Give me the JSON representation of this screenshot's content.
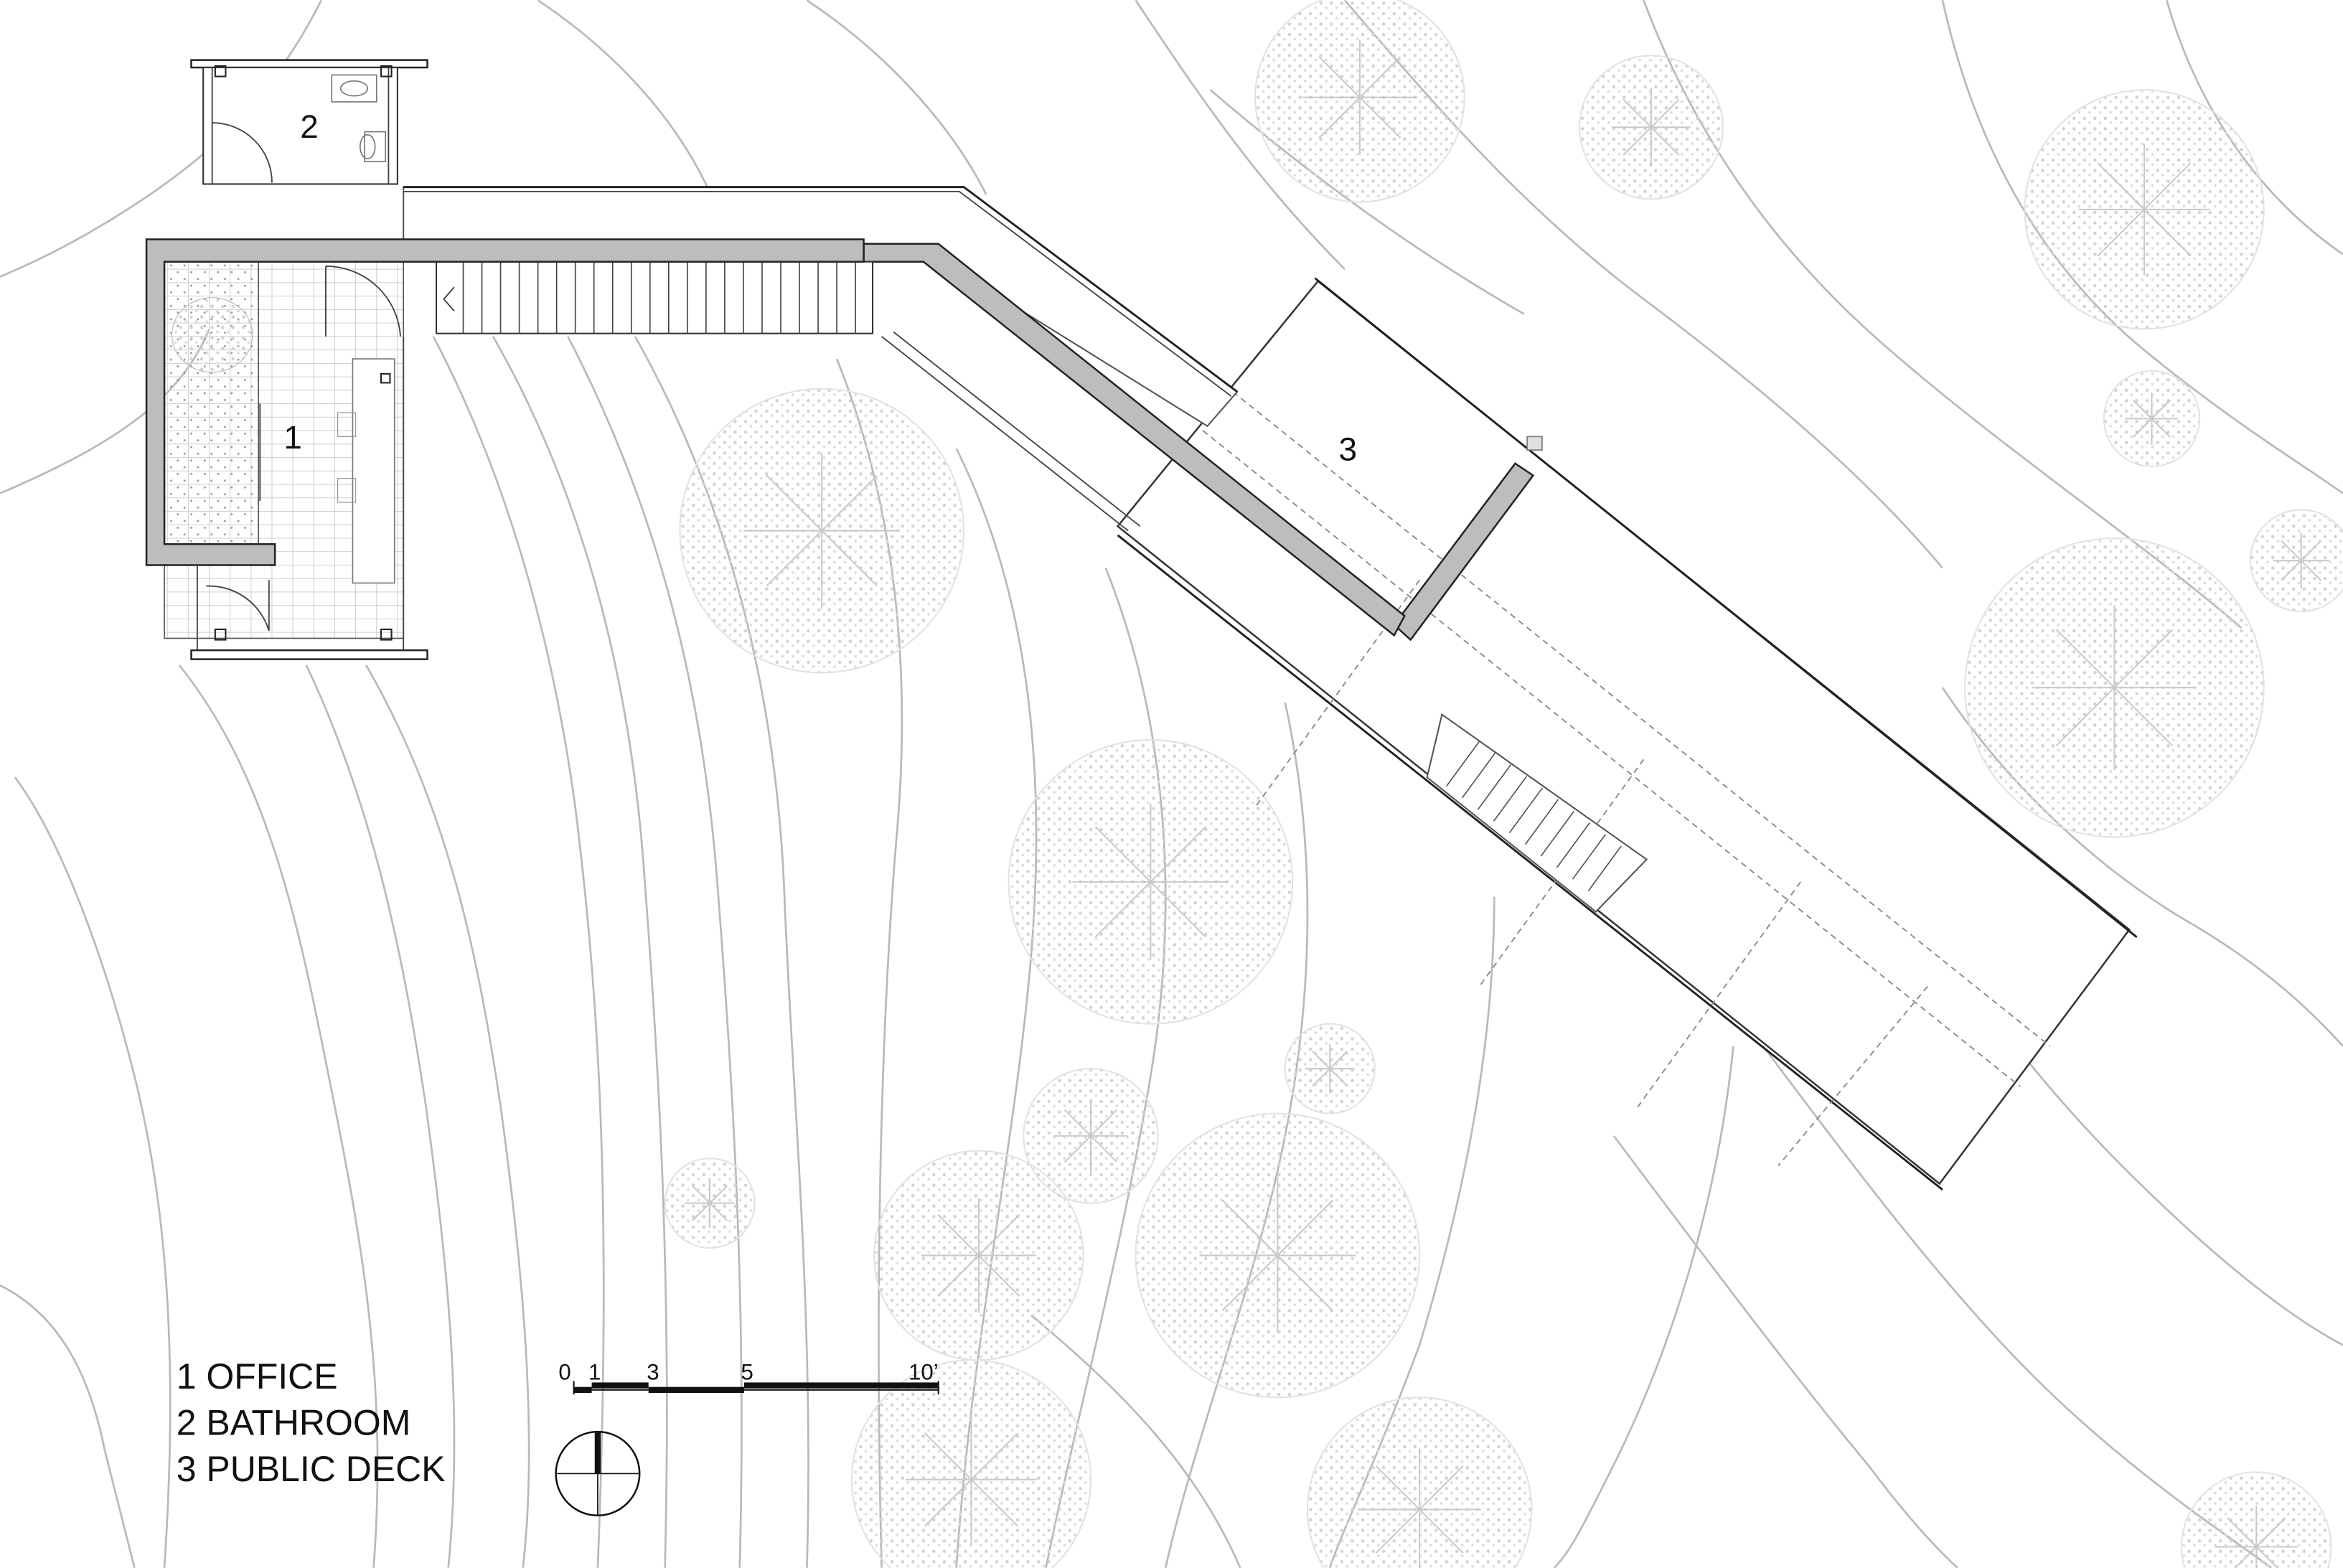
{
  "rooms": [
    {
      "number": "1",
      "name": "OFFICE"
    },
    {
      "number": "2",
      "name": "BATHROOM"
    },
    {
      "number": "3",
      "name": "PUBLIC DECK"
    }
  ],
  "legend": [
    {
      "text": "1 OFFICE"
    },
    {
      "text": "2 BATHROOM"
    },
    {
      "text": "3 PUBLIC DECK"
    }
  ],
  "scale_bar": {
    "ticks": [
      "0",
      "1",
      "3",
      "5",
      "10’"
    ],
    "unit": "feet"
  },
  "icons": {
    "north_arrow": "north-arrow-icon",
    "trees": "tree-canopy-icon"
  },
  "colors": {
    "background": "#ffffff",
    "wall_fill": "#bdbdbd",
    "wall_stroke": "#222222",
    "contour": "#b9b9b9",
    "tree": "#d6d6d6",
    "text": "#111111"
  }
}
